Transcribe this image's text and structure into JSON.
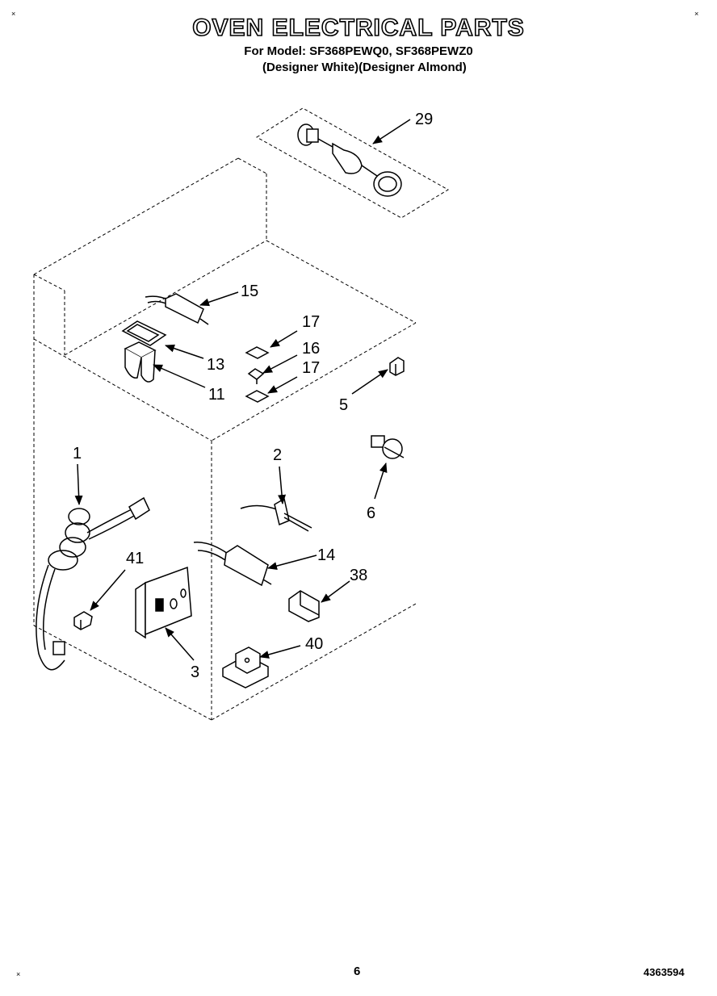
{
  "header": {
    "title": "OVEN ELECTRICAL PARTS",
    "models": "For Model: SF368PEWQ0, SF368PEWZ0",
    "colors": "(Designer White)(Designer Almond)"
  },
  "footer": {
    "page_number": "6",
    "doc_number": "4363594"
  },
  "corner_mark": "×",
  "callouts": {
    "c29": "29",
    "c15": "15",
    "c17a": "17",
    "c16": "16",
    "c17b": "17",
    "c13": "13",
    "c11": "11",
    "c5": "5",
    "c2": "2",
    "c1": "1",
    "c6": "6",
    "c14": "14",
    "c41": "41",
    "c38": "38",
    "c40": "40",
    "c3": "3"
  }
}
